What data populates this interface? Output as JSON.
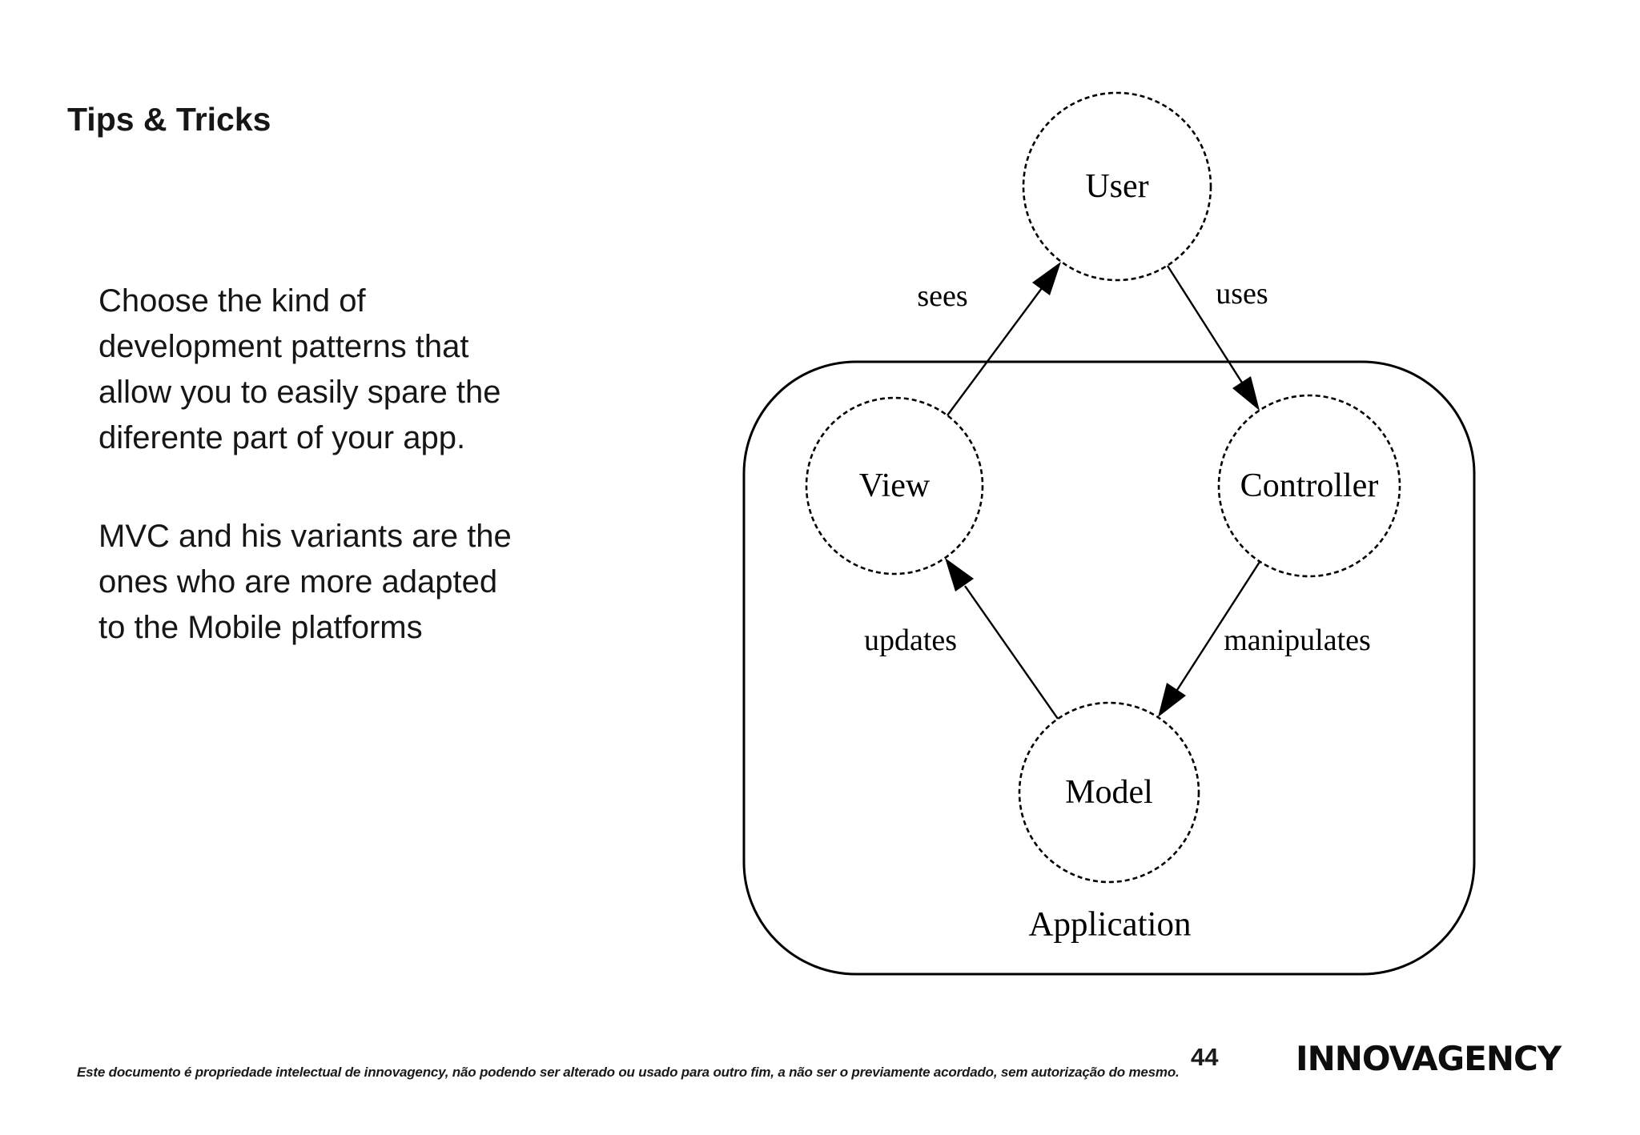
{
  "slide": {
    "title": "Tips & Tricks"
  },
  "body": {
    "p1": [
      "Choose the kind of",
      "development patterns that",
      "allow you to easily spare the",
      "diferente part of your app."
    ],
    "p2": [
      "MVC and his variants are the",
      "ones who are more adapted",
      "to the Mobile platforms"
    ]
  },
  "diagram": {
    "nodes": {
      "user": "User",
      "view": "View",
      "controller": "Controller",
      "model": "Model"
    },
    "edges": {
      "sees": "sees",
      "uses": "uses",
      "updates": "updates",
      "manipulates": "manipulates"
    },
    "container_label": "Application"
  },
  "footer": {
    "disclaimer": "Este documento é propriedade intelectual de innovagency, não podendo ser alterado ou usado para outro fim, a não ser o previamente acordado, sem autorização do mesmo.",
    "page_number": "44",
    "logo": "INNOVAGENCY"
  },
  "colors": {
    "background": "#ffffff",
    "text": "#161616",
    "diagram_ink": "#000000"
  }
}
